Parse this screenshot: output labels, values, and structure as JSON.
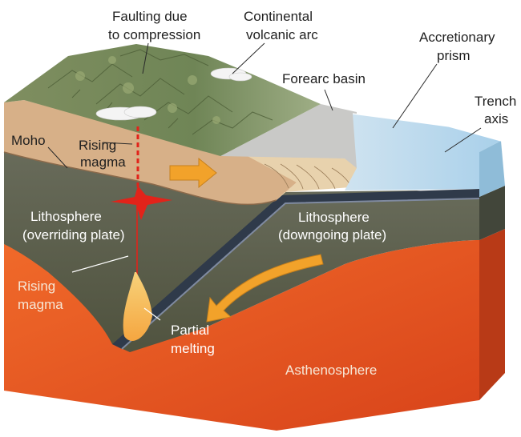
{
  "labels": {
    "faulting": [
      "Faulting due",
      "to compression"
    ],
    "volcanic_arc": [
      "Continental",
      "volcanic arc"
    ],
    "accretionary_prism": [
      "Accretionary",
      "prism"
    ],
    "forearc_basin": "Forearc basin",
    "trench_axis": [
      "Trench",
      "axis"
    ],
    "moho": "Moho",
    "rising_magma_upper": [
      "Rising",
      "magma"
    ],
    "lithosphere_overriding": [
      "Lithosphere",
      "(overriding plate)"
    ],
    "lithosphere_downgoing": [
      "Lithosphere",
      "(downgoing plate)"
    ],
    "rising_magma_lower": [
      "Rising",
      "magma"
    ],
    "partial_melting": [
      "Partial",
      "melting"
    ],
    "asthenosphere": "Asthenosphere"
  },
  "colors": {
    "asthenosphere": "#e8541f",
    "lithosphere": "#5b5e4f",
    "crust": "#d9b48a",
    "ocean": "#bcd9ec",
    "terrain": "#7d8f5e",
    "magma": "#e2231a",
    "arrow": "#f2a22a"
  }
}
